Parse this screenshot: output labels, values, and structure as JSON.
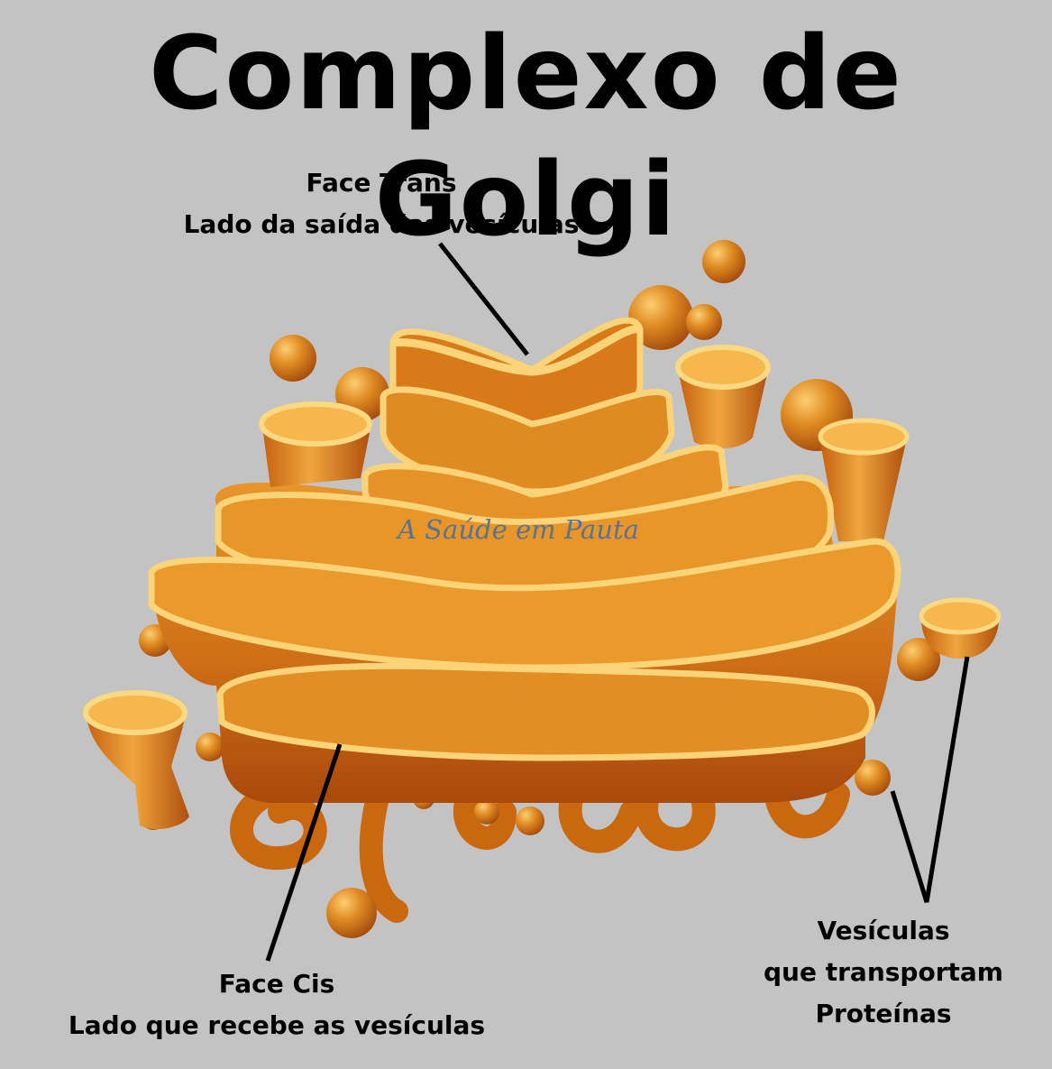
{
  "title": "Complexo de Golgi",
  "labels": {
    "trans": {
      "line1": "Face Trans",
      "line2": "Lado da saída das vesículas"
    },
    "cis": {
      "line1": "Face Cis",
      "line2": "Lado que recebe as vesículas"
    },
    "vesicles": {
      "line1": "Vesículas",
      "line2": "que transportam",
      "line3": "Proteínas"
    }
  },
  "watermark": "A Saúde em Pauta",
  "colors": {
    "background": "#c3c3c3",
    "organelle_dark": "#b5550e",
    "organelle_mid": "#e08a22",
    "organelle_light": "#fbcf72",
    "text": "#000000",
    "watermark": "#4a6fa0"
  }
}
